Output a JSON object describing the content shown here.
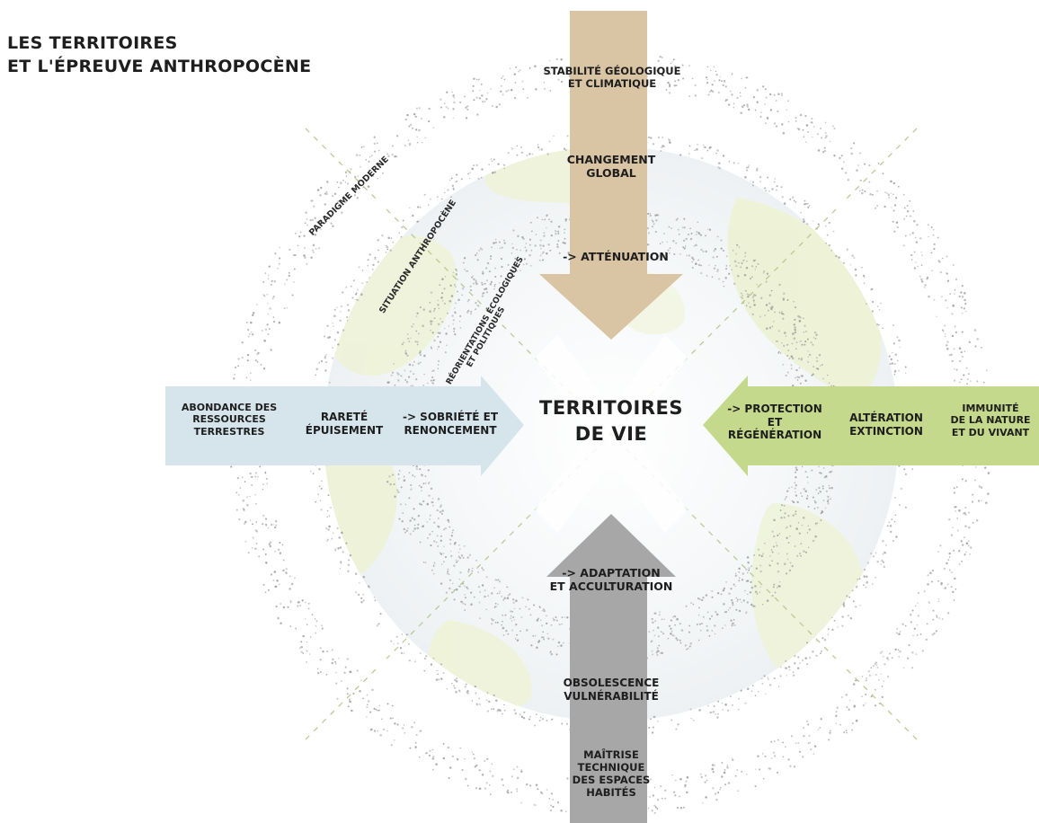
{
  "title": {
    "line1": "LES TERRITOIRES",
    "line2": "ET L'ÉPREUVE ANTHROPOCÈNE"
  },
  "center": {
    "line1": "TERRITOIRES",
    "line2": "DE VIE"
  },
  "rings": {
    "outer": "PARADIGME MODERNE",
    "middle": "SITUATION ANTHROPOCÈNE",
    "inner_line1": "RÉORIENTATIONS ÉCOLOGIQUES",
    "inner_line2": "ET POLITIQUES"
  },
  "top_arrow": {
    "outer_line1": "STABILITÉ GÉOLOGIQUE",
    "outer_line2": "ET CLIMATIQUE",
    "middle_line1": "CHANGEMENT",
    "middle_line2": "GLOBAL",
    "inner": "-> ATTÉNUATION"
  },
  "left_arrow": {
    "outer_line1": "ABONDANCE DES",
    "outer_line2": "RESSOURCES",
    "outer_line3": "TERRESTRES",
    "middle_line1": "RARETÉ",
    "middle_line2": "ÉPUISEMENT",
    "inner_line1": "-> SOBRIÉTÉ ET",
    "inner_line2": "RENONCEMENT"
  },
  "right_arrow": {
    "inner_line1": "-> PROTECTION",
    "inner_line2": "ET",
    "inner_line3": "RÉGÉNÉRATION",
    "middle_line1": "ALTÉRATION",
    "middle_line2": "EXTINCTION",
    "outer_line1": "IMMUNITÉ",
    "outer_line2": "DE LA NATURE",
    "outer_line3": "ET DU VIVANT"
  },
  "bottom_arrow": {
    "inner_line1": "-> ADAPTATION",
    "inner_line2": "ET ACCULTURATION",
    "middle_line1": "OBSOLESCENCE",
    "middle_line2": "VULNÉRABILITÉ",
    "outer_line1": "MAÎTRISE",
    "outer_line2": "TECHNIQUE",
    "outer_line3": "DES ESPACES",
    "outer_line4": "HABITÉS"
  },
  "colors": {
    "top_arrow": "#d9c4a3",
    "left_arrow": "#d6e5ec",
    "right_arrow": "#c5d98c",
    "bottom_arrow": "#a7a7a7",
    "globe_land": "#eef3d8",
    "globe_sea": "#f1f3f6",
    "dots": "#9a9a9a",
    "diagonals": "#b6c68a",
    "text": "#1e1e1e"
  }
}
